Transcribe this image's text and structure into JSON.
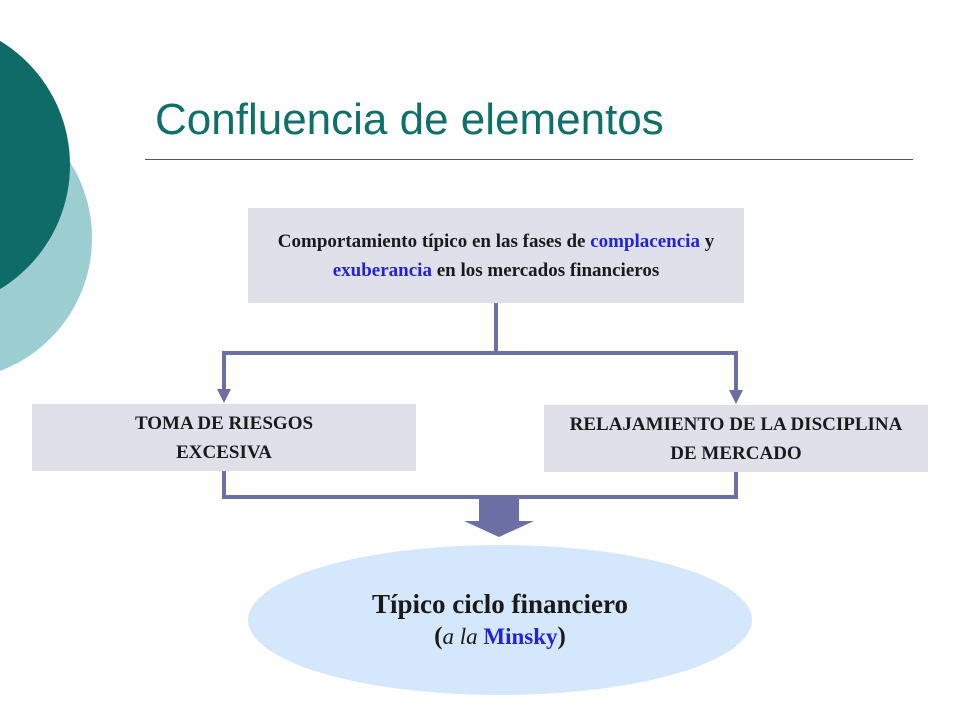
{
  "slide": {
    "title": "Confluencia de elementos"
  },
  "diagram": {
    "top_box": {
      "text_1": "Comportamiento típico en las fases de ",
      "highlight_1": "complacencia",
      "text_2": " y ",
      "highlight_2": "exuberancia",
      "text_3": " en los mercados financieros"
    },
    "left_box": {
      "text": "TOMA DE RIESGOS EXCESIVA"
    },
    "right_box": {
      "text": "RELAJAMIENTO DE LA DISCIPLINA DE MERCADO"
    },
    "result": {
      "line1": "Típico ciclo financiero",
      "paren_open": "(",
      "italic_text": "a la ",
      "highlight": "Minsky",
      "paren_close": ")"
    }
  },
  "colors": {
    "title": "#0f6f69",
    "box_fill": "#dfe0ea",
    "connector": "#6c6fa4",
    "highlight": "#2323d6",
    "ellipse_fill": "#d4e7fb",
    "deco_dark": "#0e6b66",
    "deco_light": "#9ccdd0"
  }
}
